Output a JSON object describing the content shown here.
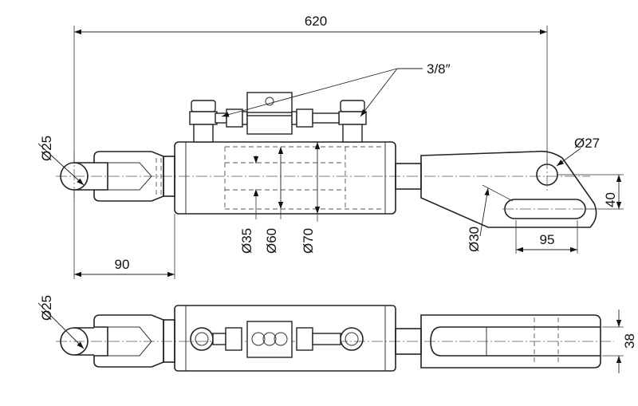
{
  "dimensions": {
    "overall_length": "620",
    "thread_size": "3/8″",
    "pin_hole_top": "Ø25",
    "end_hole": "Ø27",
    "rod_dia": "Ø35",
    "bore_dia": "Ø60",
    "outer_dia": "Ø70",
    "slot_width": "Ø30",
    "slot_offset": "40",
    "slot_length": "95",
    "clevis_length": "90",
    "pin_hole_bottom": "Ø25",
    "fork_gap": "38"
  }
}
